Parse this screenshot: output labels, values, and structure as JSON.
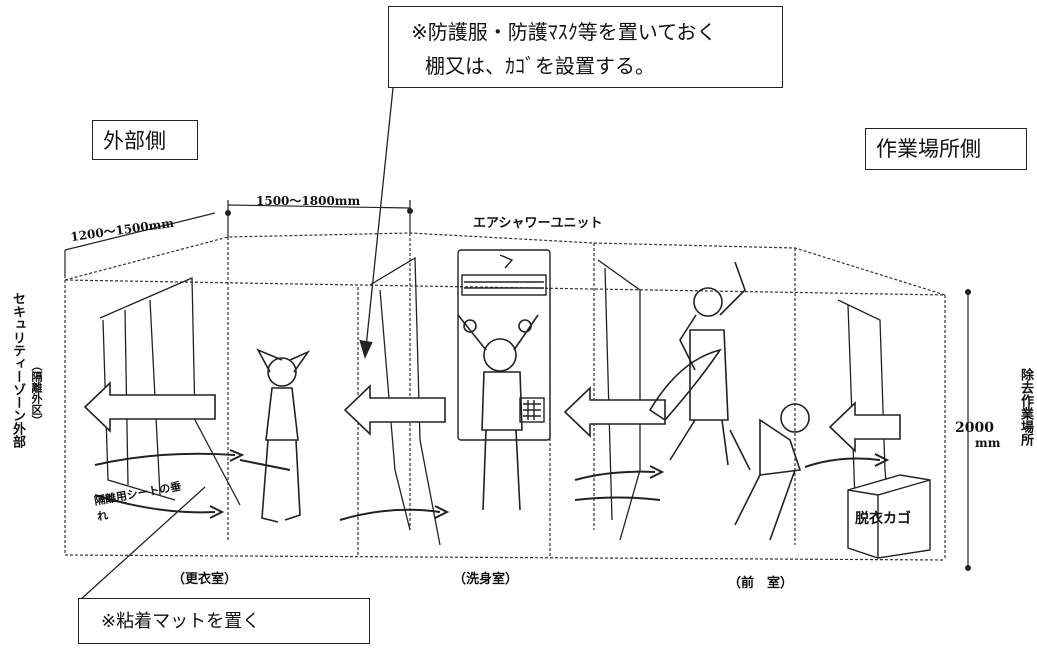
{
  "callouts": {
    "top_line1": "※防護服・防護ﾏｽｸ等を置いておく",
    "top_line2": "棚又は、ｶｺﾞを設置する。",
    "bottom": "※粘着マットを置く"
  },
  "sides": {
    "external": "外部側",
    "work_area": "作業場所側"
  },
  "dimensions": {
    "width_1": "1200～1500mm",
    "width_2": "1500～1800mm",
    "height": "2000",
    "height_unit": "mm"
  },
  "unit_label": "エアシャワーユニット",
  "rooms": {
    "changing": "（更衣室）",
    "washing": "（洗身室）",
    "front": "（前　室）"
  },
  "zone_left": "セキュリティーゾーン外部",
  "zone_left_sub": "（隔離外区）",
  "zone_right": "除去作業場所",
  "curtain_note": "隔離用シートの垂れ",
  "basket": "脱衣カゴ"
}
